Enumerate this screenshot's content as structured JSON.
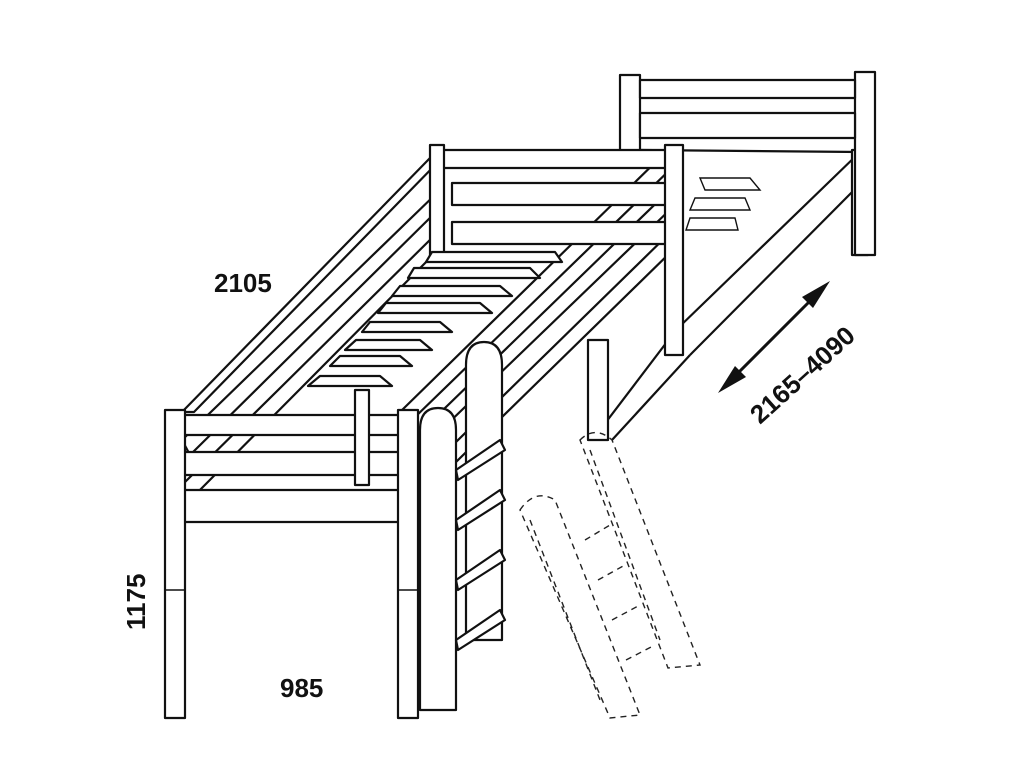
{
  "drawing": {
    "type": "technical line drawing",
    "subject": "loft bed with ladder and slide",
    "dimensions": {
      "length": "2105",
      "height": "1175",
      "width": "985",
      "slide_range": "2165–4090"
    },
    "colors": {
      "line": "#111111",
      "background": "#ffffff"
    }
  }
}
